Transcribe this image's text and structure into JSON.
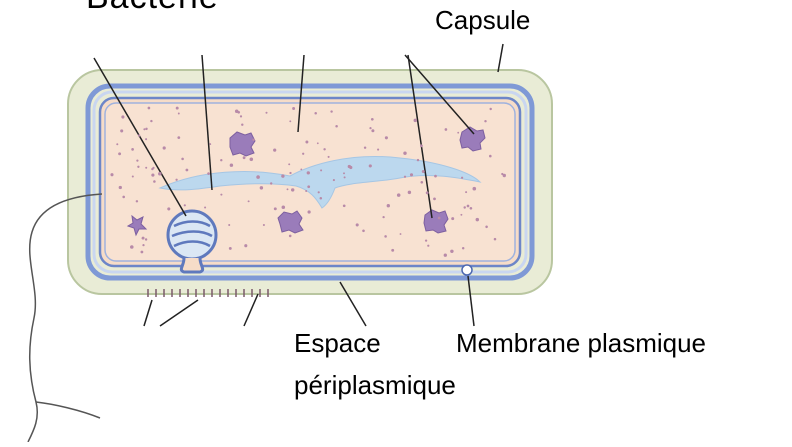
{
  "labels": {
    "bacterie": "Bactérie",
    "capsule": "Capsule",
    "espace_line1": "Espace",
    "espace_line2": "périplasmique",
    "membrane": "Membrane plasmique"
  },
  "colors": {
    "capsule_fill": "#e9ecd6",
    "wall_blue": "#7f99d6",
    "wall_light": "#c9d6f0",
    "cytoplasm": "#f6dcc8",
    "nucleoid": "#bcd8ee",
    "inclusion": "#9a7cba",
    "ribosome_dot": "#b88aa8",
    "leader_line": "#222222"
  },
  "icons": {
    "flagellum": "flagellum-shape",
    "ribosome": "ribosome-dot",
    "mesosome": "mesosome-coil"
  }
}
